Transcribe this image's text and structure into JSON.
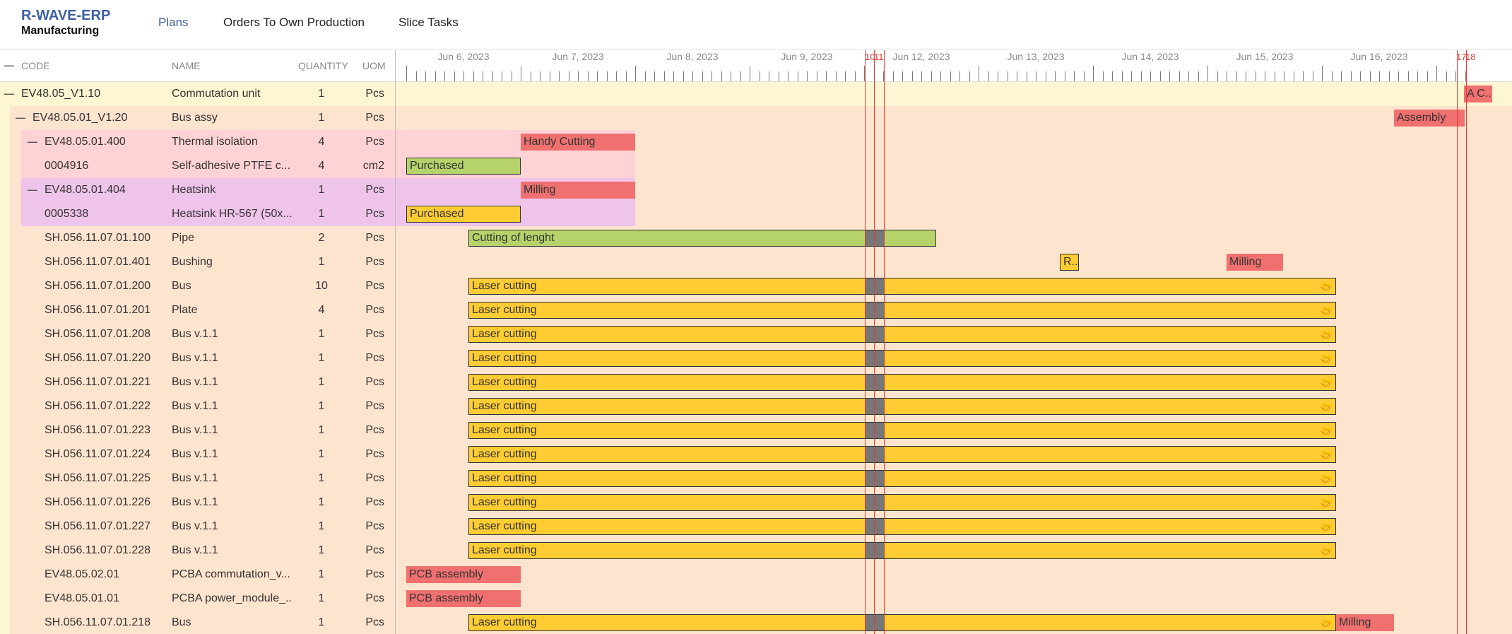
{
  "app": {
    "title": "R-WAVE-ERP",
    "subtitle": "Manufacturing"
  },
  "nav": [
    {
      "label": "Plans",
      "active": true
    },
    {
      "label": "Orders To Own Production",
      "active": false
    },
    {
      "label": "Slice Tasks",
      "active": false
    }
  ],
  "columns": {
    "collapse": "—",
    "code": "CODE",
    "name": "NAME",
    "quantity": "QUANTITY",
    "uom": "UOM"
  },
  "timeline": {
    "days": [
      "Jun 6, 2023",
      "Jun 7, 2023",
      "Jun 8, 2023",
      "Jun 9, 2023",
      "Jun 12, 2023",
      "Jun 13, 2023",
      "Jun 14, 2023",
      "Jun 15, 2023",
      "Jun 16, 2023"
    ],
    "markers": [
      {
        "label": "10"
      },
      {
        "label": "11"
      },
      {
        "label": "17"
      },
      {
        "label": "18"
      }
    ]
  },
  "rows": [
    {
      "code": "EV48.05_V1.10",
      "name": "Commutation unit",
      "qty": "1",
      "uom": "Pcs",
      "level": 0,
      "expandable": true,
      "bg": "#fcf6d2",
      "tasks": [
        {
          "label": "A C...",
          "color": "red"
        }
      ]
    },
    {
      "code": "EV48.05.01_V1.20",
      "name": "Bus assy",
      "qty": "1",
      "uom": "Pcs",
      "level": 1,
      "expandable": true,
      "bg": "#fde4cf",
      "tasks": [
        {
          "label": "Assembly",
          "color": "red"
        }
      ]
    },
    {
      "code": "EV48.05.01.400",
      "name": "Thermal isolation",
      "qty": "4",
      "uom": "Pcs",
      "level": 2,
      "expandable": true,
      "bg": "#ffd2d6",
      "tasks": [
        {
          "label": "Handy Cutting",
          "color": "red"
        }
      ]
    },
    {
      "code": "0004916",
      "name": "Self-adhesive PTFE c...",
      "qty": "4",
      "uom": "cm2",
      "level": 3,
      "expandable": false,
      "bg": "#ffd2d6",
      "tasks": [
        {
          "label": "Purchased",
          "color": "green"
        }
      ]
    },
    {
      "code": "EV48.05.01.404",
      "name": "Heatsink",
      "qty": "1",
      "uom": "Pcs",
      "level": 2,
      "expandable": true,
      "bg": "#efc4ea",
      "tasks": [
        {
          "label": "Milling",
          "color": "red"
        }
      ]
    },
    {
      "code": "0005338",
      "name": "Heatsink HR-567 (50x...",
      "qty": "1",
      "uom": "Pcs",
      "level": 3,
      "expandable": false,
      "bg": "#efc4ea",
      "tasks": [
        {
          "label": "Purchased",
          "color": "yellow"
        }
      ]
    },
    {
      "code": "SH.056.11.07.01.100",
      "name": "Pipe",
      "qty": "2",
      "uom": "Pcs",
      "level": 2,
      "expandable": false,
      "bg": "#fde4cf",
      "tasks": [
        {
          "label": "Cutting of lenght",
          "color": "green"
        }
      ]
    },
    {
      "code": "SH.056.11.07.01.401",
      "name": "Bushing",
      "qty": "1",
      "uom": "Pcs",
      "level": 2,
      "expandable": false,
      "bg": "#fde4cf",
      "tasks": [
        {
          "label": "R...",
          "color": "yellow"
        },
        {
          "label": "Milling",
          "color": "red"
        }
      ]
    },
    {
      "code": "SH.056.11.07.01.200",
      "name": "Bus",
      "qty": "10",
      "uom": "Pcs",
      "level": 2,
      "expandable": false,
      "bg": "#fde4cf",
      "tasks": [
        {
          "label": "Laser cutting",
          "color": "yellow",
          "hand": true
        }
      ]
    },
    {
      "code": "SH.056.11.07.01.201",
      "name": "Plate",
      "qty": "4",
      "uom": "Pcs",
      "level": 2,
      "expandable": false,
      "bg": "#fde4cf",
      "tasks": [
        {
          "label": "Laser cutting",
          "color": "yellow",
          "hand": true
        }
      ]
    },
    {
      "code": "SH.056.11.07.01.208",
      "name": "Bus v.1.1",
      "qty": "1",
      "uom": "Pcs",
      "level": 2,
      "expandable": false,
      "bg": "#fde4cf",
      "tasks": [
        {
          "label": "Laser cutting",
          "color": "yellow",
          "hand": true
        }
      ]
    },
    {
      "code": "SH.056.11.07.01.220",
      "name": "Bus v.1.1",
      "qty": "1",
      "uom": "Pcs",
      "level": 2,
      "expandable": false,
      "bg": "#fde4cf",
      "tasks": [
        {
          "label": "Laser cutting",
          "color": "yellow",
          "hand": true
        }
      ]
    },
    {
      "code": "SH.056.11.07.01.221",
      "name": "Bus v.1.1",
      "qty": "1",
      "uom": "Pcs",
      "level": 2,
      "expandable": false,
      "bg": "#fde4cf",
      "tasks": [
        {
          "label": "Laser cutting",
          "color": "yellow",
          "hand": true
        }
      ]
    },
    {
      "code": "SH.056.11.07.01.222",
      "name": "Bus v.1.1",
      "qty": "1",
      "uom": "Pcs",
      "level": 2,
      "expandable": false,
      "bg": "#fde4cf",
      "tasks": [
        {
          "label": "Laser cutting",
          "color": "yellow",
          "hand": true
        }
      ]
    },
    {
      "code": "SH.056.11.07.01.223",
      "name": "Bus v.1.1",
      "qty": "1",
      "uom": "Pcs",
      "level": 2,
      "expandable": false,
      "bg": "#fde4cf",
      "tasks": [
        {
          "label": "Laser cutting",
          "color": "yellow",
          "hand": true
        }
      ]
    },
    {
      "code": "SH.056.11.07.01.224",
      "name": "Bus v.1.1",
      "qty": "1",
      "uom": "Pcs",
      "level": 2,
      "expandable": false,
      "bg": "#fde4cf",
      "tasks": [
        {
          "label": "Laser cutting",
          "color": "yellow",
          "hand": true
        }
      ]
    },
    {
      "code": "SH.056.11.07.01.225",
      "name": "Bus v.1.1",
      "qty": "1",
      "uom": "Pcs",
      "level": 2,
      "expandable": false,
      "bg": "#fde4cf",
      "tasks": [
        {
          "label": "Laser cutting",
          "color": "yellow",
          "hand": true
        }
      ]
    },
    {
      "code": "SH.056.11.07.01.226",
      "name": "Bus v.1.1",
      "qty": "1",
      "uom": "Pcs",
      "level": 2,
      "expandable": false,
      "bg": "#fde4cf",
      "tasks": [
        {
          "label": "Laser cutting",
          "color": "yellow",
          "hand": true
        }
      ]
    },
    {
      "code": "SH.056.11.07.01.227",
      "name": "Bus v.1.1",
      "qty": "1",
      "uom": "Pcs",
      "level": 2,
      "expandable": false,
      "bg": "#fde4cf",
      "tasks": [
        {
          "label": "Laser cutting",
          "color": "yellow",
          "hand": true
        }
      ]
    },
    {
      "code": "SH.056.11.07.01.228",
      "name": "Bus v.1.1",
      "qty": "1",
      "uom": "Pcs",
      "level": 2,
      "expandable": false,
      "bg": "#fde4cf",
      "tasks": [
        {
          "label": "Laser cutting",
          "color": "yellow",
          "hand": true
        }
      ]
    },
    {
      "code": "EV48.05.02.01",
      "name": "PCBA commutation_v...",
      "qty": "1",
      "uom": "Pcs",
      "level": 2,
      "expandable": false,
      "bg": "#fde4cf",
      "tasks": [
        {
          "label": "PCB assembly",
          "color": "red"
        }
      ]
    },
    {
      "code": "EV48.05.01.01",
      "name": "PCBA power_module_...",
      "qty": "1",
      "uom": "Pcs",
      "level": 2,
      "expandable": false,
      "bg": "#fde4cf",
      "tasks": [
        {
          "label": "PCB assembly",
          "color": "red"
        }
      ]
    },
    {
      "code": "SH.056.11.07.01.218",
      "name": "Bus",
      "qty": "1",
      "uom": "Pcs",
      "level": 2,
      "expandable": false,
      "bg": "#fde4cf",
      "tasks": [
        {
          "label": "Laser cutting",
          "color": "yellow",
          "hand": true
        },
        {
          "label": "Milling",
          "color": "red"
        }
      ]
    }
  ],
  "colors": {
    "brand": "#3c5fa0",
    "today_line": "#e53935",
    "yellow_bar": "#ffcc33",
    "green_bar": "#b5d36a",
    "red_bar": "#f07070"
  },
  "icons": {
    "handshake": "handshake-icon"
  }
}
